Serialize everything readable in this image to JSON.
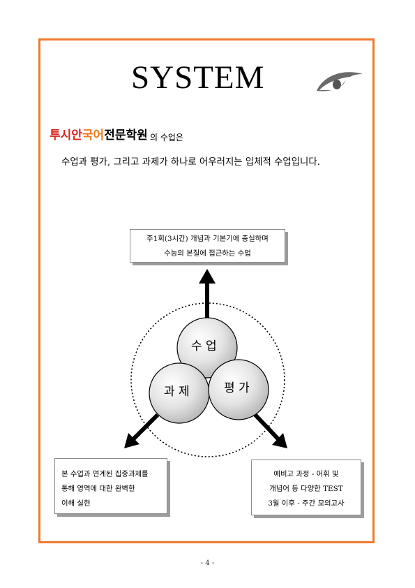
{
  "title": "SYSTEM",
  "brand": {
    "part1": "투시안",
    "part2": "국어",
    "part3": "전문학원",
    "suffix": "의 수업은"
  },
  "subtitle": "수업과 평가, 그리고 과제가 하나로 어우러지는 입체적 수업입니다.",
  "diagram": {
    "top_box": [
      "주1회(3시간) 개념과 기본기에 충실하며",
      "수능의 본질에 접근하는 수업"
    ],
    "left_box": [
      "본 수업과 연계된 집중과제를",
      "통해 영역에 대한 완벽한",
      "이해 실현"
    ],
    "right_box": [
      "예비고 과정 - 어휘 및",
      "개념어 등 다양한 TEST",
      "3월 이후  - 주간 모의고사"
    ],
    "circles": {
      "class": "수 업",
      "assignment": "과 제",
      "evaluation": "평 가"
    }
  },
  "footer": "- 4 -",
  "colors": {
    "frame": "#f07a2a",
    "brand_red": "#d9221c",
    "brand_orange": "#ee7a1e"
  }
}
